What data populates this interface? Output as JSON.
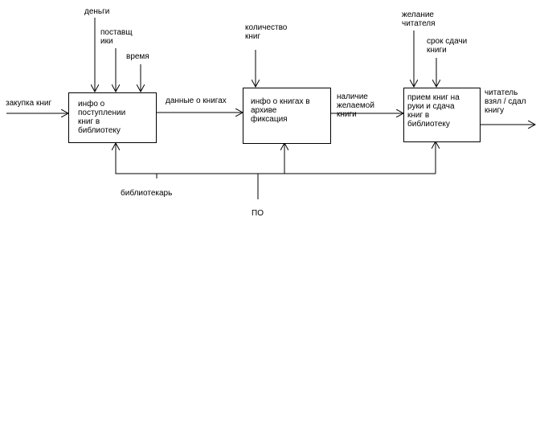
{
  "colors": {
    "line": "#000000",
    "background": "#ffffff"
  },
  "boxes": [
    {
      "id": "b1",
      "text": "инфо о\nпоступлении\nкниг в\nбиблиотеку"
    },
    {
      "id": "b2",
      "text": "инфо о книгах в\nархиве\nфиксация"
    },
    {
      "id": "b3",
      "text": "прием книг на\nруки и сдача\nкниг в\nбиблиотеку"
    }
  ],
  "labels": {
    "money": "деньги",
    "suppliers": "поставщ\nики",
    "time": "время",
    "book_count": "количество\nкниг",
    "reader_wish": "желание\nчитателя",
    "return_term": "срок сдачи\nкниги",
    "purchase": "закупка книг",
    "book_data": "данные о книгах",
    "availability": "наличие\nжелаемой\nкниги",
    "reader_result": "читатель\nвзял / сдал\nкнигу",
    "librarian": "библиотекарь",
    "software": "ПО"
  }
}
